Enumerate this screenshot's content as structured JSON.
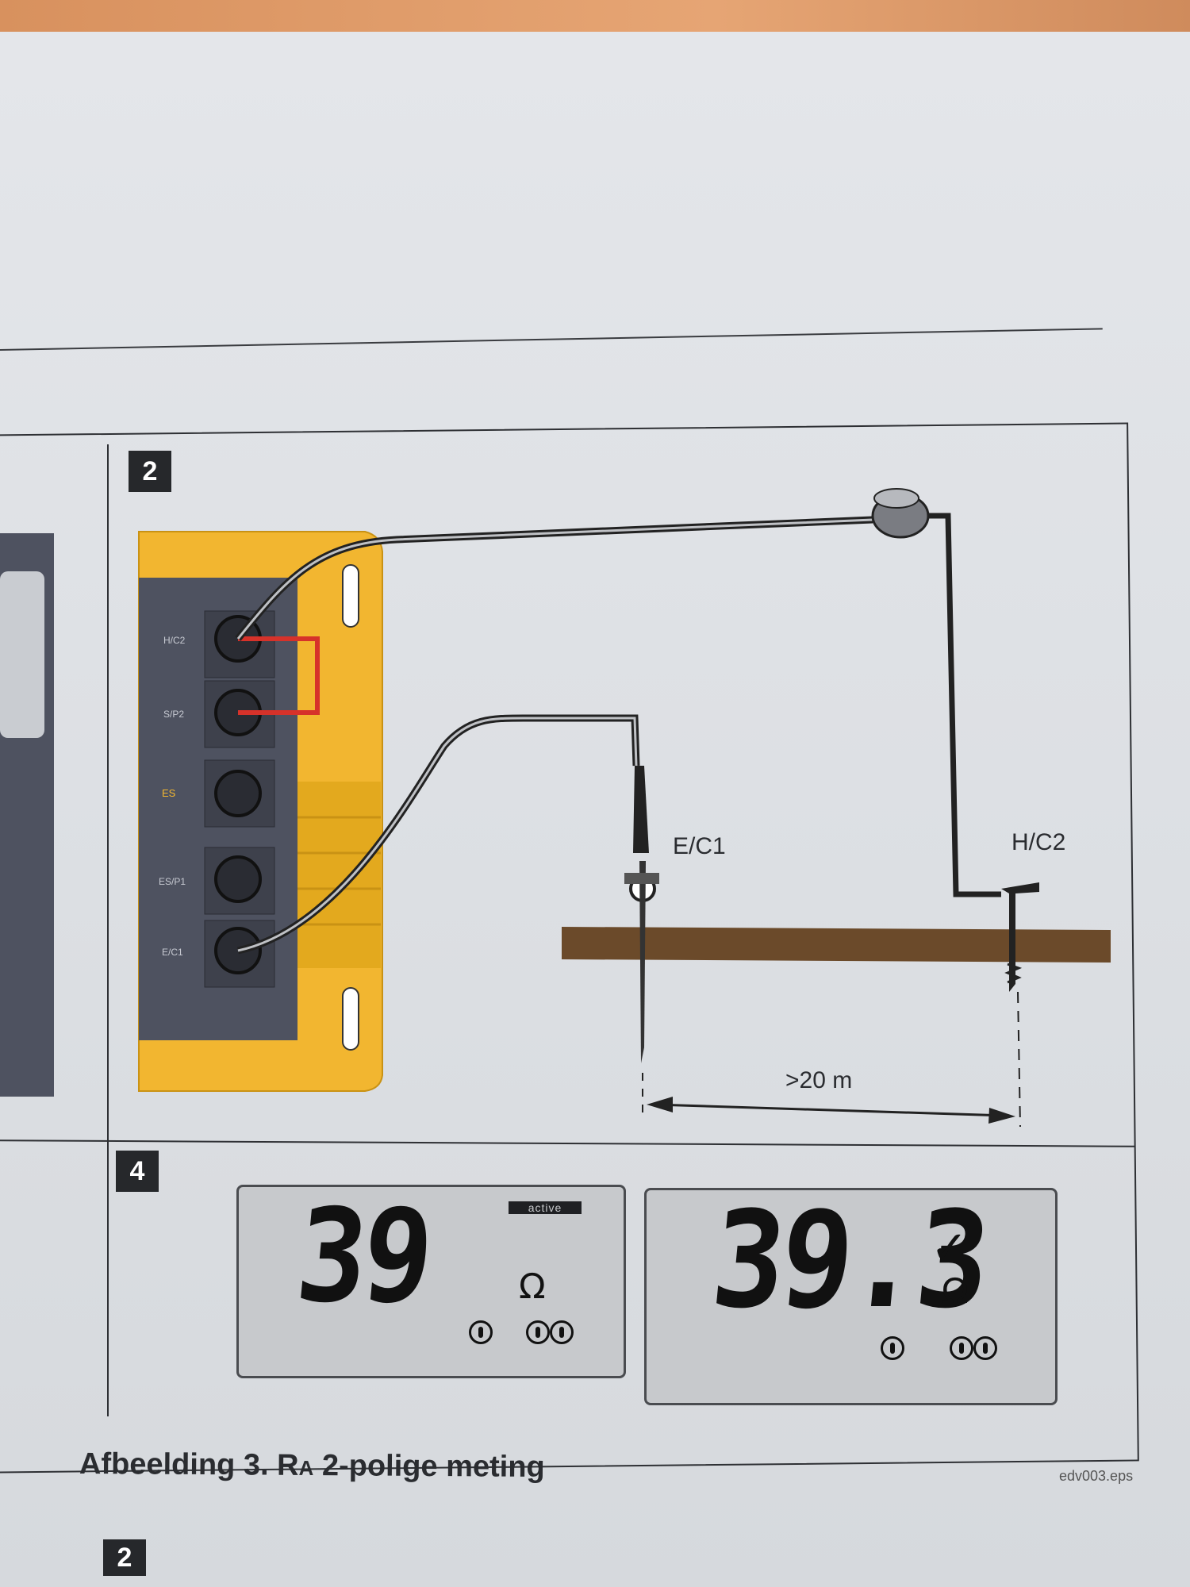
{
  "figure": {
    "step_2": "2",
    "step_4": "4",
    "next_step": "2",
    "connector_labels": {
      "hc2": "H/C2",
      "sp2": "S/P2",
      "es": "ES",
      "esp1": "ES/P1",
      "ec1": "E/C1"
    },
    "diagram_labels": {
      "ec1": "E/C1",
      "hc2": "H/C2",
      "distance": ">20 m"
    },
    "display_left": {
      "value": "39",
      "status": "active",
      "unit": "Ω"
    },
    "display_right": {
      "value": "39.3",
      "check": "✓",
      "unit": "Ω"
    },
    "caption": {
      "prefix": "Afbeelding 3. R",
      "subscript": "A",
      "suffix": " 2-polige meting"
    },
    "file_ref": "edv003.eps"
  },
  "colors": {
    "meter_yellow": "#f2b630",
    "meter_panel": "#4e5260",
    "lead_red": "#d6322a",
    "ground_brown": "#6b4a2a",
    "lcd_bg": "#c7c9cc"
  }
}
